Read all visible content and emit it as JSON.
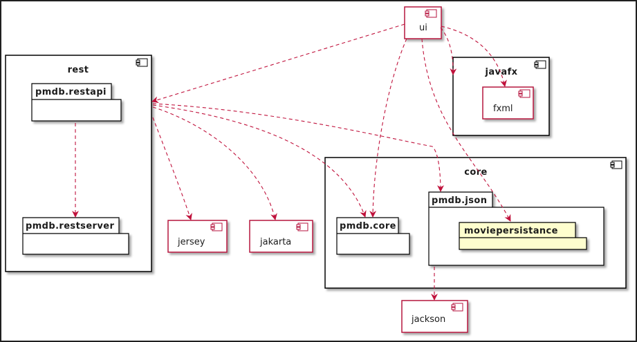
{
  "colors": {
    "edge": "#c0123c",
    "component_border": "#b5123c",
    "frame_border": "#000000",
    "package_fill": "#ffffff",
    "highlight_package_fill": "#fefece",
    "shadow": "#9a9a9a"
  },
  "containers": {
    "rest": "rest",
    "javafx": "javafx",
    "core": "core"
  },
  "packages": {
    "restapi": "pmdb.restapi",
    "restserver": "pmdb.restserver",
    "core": "pmdb.core",
    "json": "pmdb.json",
    "moviepersistance": "moviepersistance"
  },
  "components": {
    "ui": "ui",
    "fxml": "fxml",
    "jersey": "jersey",
    "jakarta": "jakarta",
    "jackson": "jackson"
  },
  "icons": {
    "component": "component-icon"
  }
}
